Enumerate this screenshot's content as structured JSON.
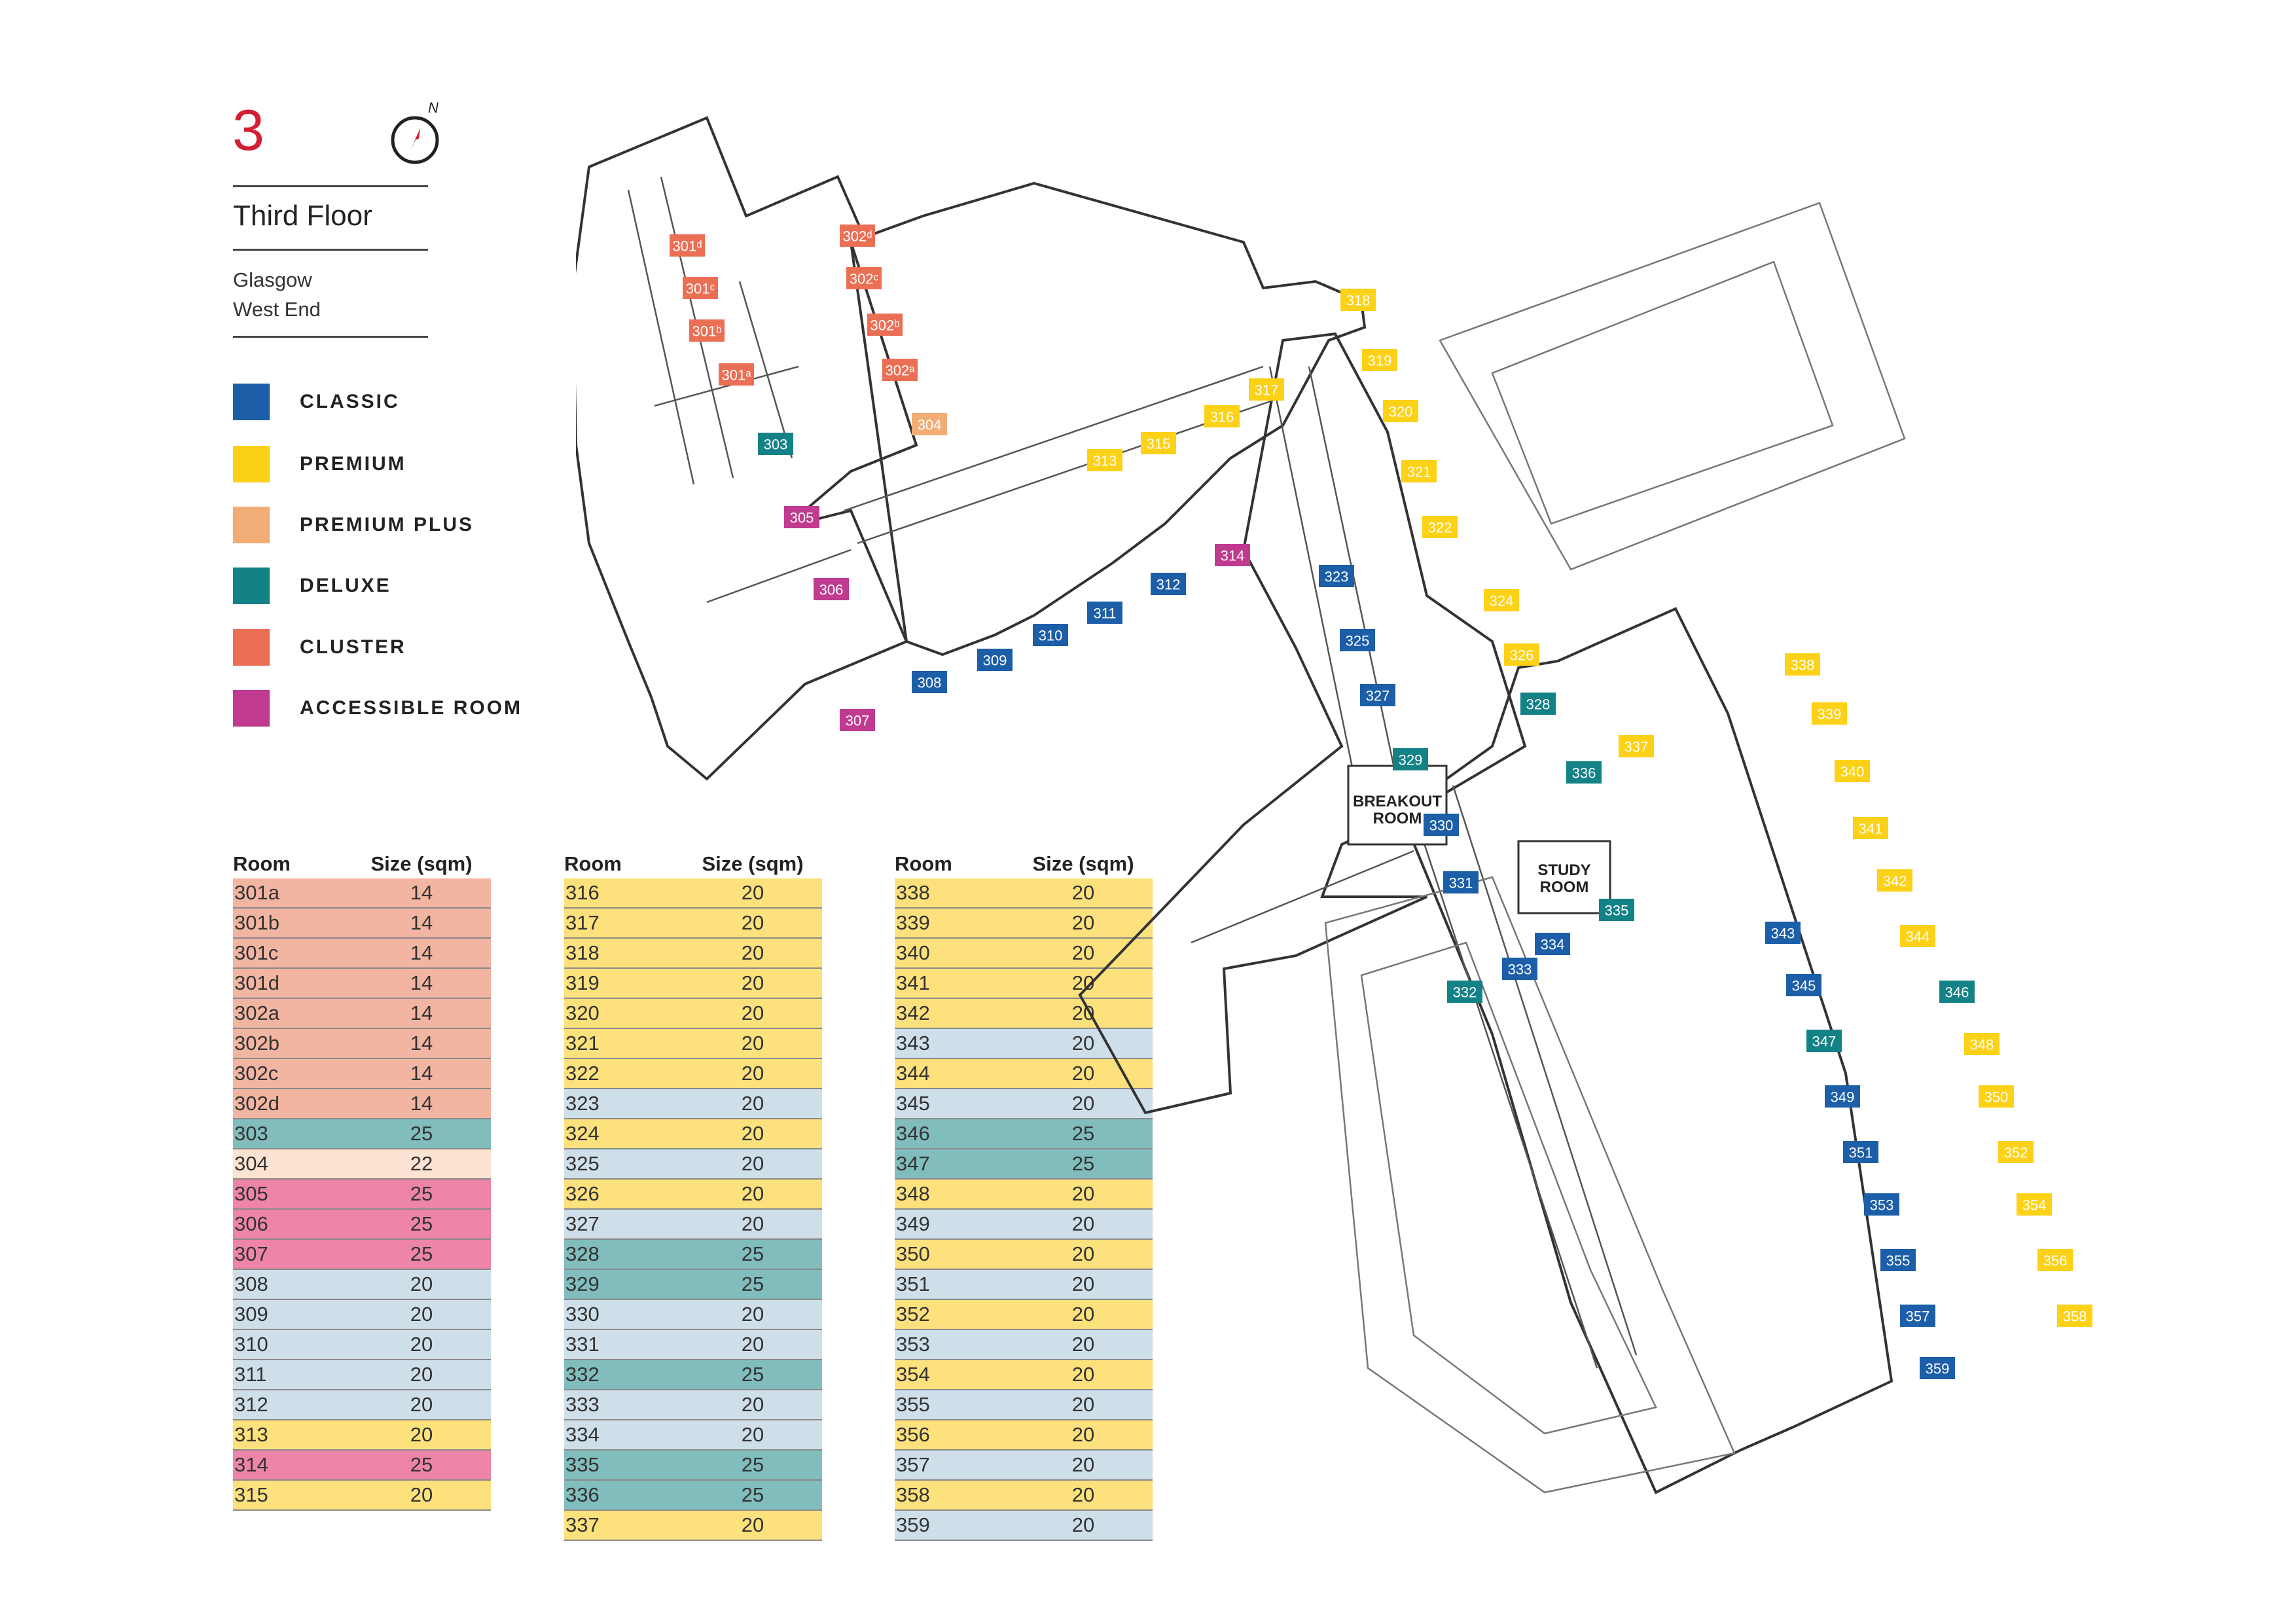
{
  "header": {
    "floor_number": "3",
    "floor_title": "Third Floor",
    "location_line1": "Glasgow",
    "location_line2": "West End",
    "compass_letter": "N"
  },
  "legend": [
    {
      "label": "CLASSIC",
      "color": "#1c5ea8"
    },
    {
      "label": "PREMIUM",
      "color": "#fcd116"
    },
    {
      "label": "PREMIUM PLUS",
      "color": "#f2ad76"
    },
    {
      "label": "DELUXE",
      "color": "#138286"
    },
    {
      "label": "CLUSTER",
      "color": "#eb6f55"
    },
    {
      "label": "ACCESSIBLE ROOM",
      "color": "#c03b8f"
    }
  ],
  "row_colors": {
    "CLASSIC": "#cfdfea",
    "PREMIUM": "#fce17c",
    "PREMIUM PLUS": "#fde3d2",
    "DELUXE": "#82bdbd",
    "CLUSTER": "#f2b5a2",
    "ACCESSIBLE ROOM": "#ee85a8"
  },
  "table_headers": {
    "room": "Room",
    "size": "Size (sqm)"
  },
  "tables": [
    [
      {
        "room": "301a",
        "size": "14",
        "type": "CLUSTER"
      },
      {
        "room": "301b",
        "size": "14",
        "type": "CLUSTER"
      },
      {
        "room": "301c",
        "size": "14",
        "type": "CLUSTER"
      },
      {
        "room": "301d",
        "size": "14",
        "type": "CLUSTER"
      },
      {
        "room": "302a",
        "size": "14",
        "type": "CLUSTER"
      },
      {
        "room": "302b",
        "size": "14",
        "type": "CLUSTER"
      },
      {
        "room": "302c",
        "size": "14",
        "type": "CLUSTER"
      },
      {
        "room": "302d",
        "size": "14",
        "type": "CLUSTER"
      },
      {
        "room": "303",
        "size": "25",
        "type": "DELUXE"
      },
      {
        "room": "304",
        "size": "22",
        "type": "PREMIUM PLUS"
      },
      {
        "room": "305",
        "size": "25",
        "type": "ACCESSIBLE ROOM"
      },
      {
        "room": "306",
        "size": "25",
        "type": "ACCESSIBLE ROOM"
      },
      {
        "room": "307",
        "size": "25",
        "type": "ACCESSIBLE ROOM"
      },
      {
        "room": "308",
        "size": "20",
        "type": "CLASSIC"
      },
      {
        "room": "309",
        "size": "20",
        "type": "CLASSIC"
      },
      {
        "room": "310",
        "size": "20",
        "type": "CLASSIC"
      },
      {
        "room": "311",
        "size": "20",
        "type": "CLASSIC"
      },
      {
        "room": "312",
        "size": "20",
        "type": "CLASSIC"
      },
      {
        "room": "313",
        "size": "20",
        "type": "PREMIUM"
      },
      {
        "room": "314",
        "size": "25",
        "type": "ACCESSIBLE ROOM"
      },
      {
        "room": "315",
        "size": "20",
        "type": "PREMIUM"
      }
    ],
    [
      {
        "room": "316",
        "size": "20",
        "type": "PREMIUM"
      },
      {
        "room": "317",
        "size": "20",
        "type": "PREMIUM"
      },
      {
        "room": "318",
        "size": "20",
        "type": "PREMIUM"
      },
      {
        "room": "319",
        "size": "20",
        "type": "PREMIUM"
      },
      {
        "room": "320",
        "size": "20",
        "type": "PREMIUM"
      },
      {
        "room": "321",
        "size": "20",
        "type": "PREMIUM"
      },
      {
        "room": "322",
        "size": "20",
        "type": "PREMIUM"
      },
      {
        "room": "323",
        "size": "20",
        "type": "CLASSIC"
      },
      {
        "room": "324",
        "size": "20",
        "type": "PREMIUM"
      },
      {
        "room": "325",
        "size": "20",
        "type": "CLASSIC"
      },
      {
        "room": "326",
        "size": "20",
        "type": "PREMIUM"
      },
      {
        "room": "327",
        "size": "20",
        "type": "CLASSIC"
      },
      {
        "room": "328",
        "size": "25",
        "type": "DELUXE"
      },
      {
        "room": "329",
        "size": "25",
        "type": "DELUXE"
      },
      {
        "room": "330",
        "size": "20",
        "type": "CLASSIC"
      },
      {
        "room": "331",
        "size": "20",
        "type": "CLASSIC"
      },
      {
        "room": "332",
        "size": "25",
        "type": "DELUXE"
      },
      {
        "room": "333",
        "size": "20",
        "type": "CLASSIC"
      },
      {
        "room": "334",
        "size": "20",
        "type": "CLASSIC"
      },
      {
        "room": "335",
        "size": "25",
        "type": "DELUXE"
      },
      {
        "room": "336",
        "size": "25",
        "type": "DELUXE"
      },
      {
        "room": "337",
        "size": "20",
        "type": "PREMIUM"
      }
    ],
    [
      {
        "room": "338",
        "size": "20",
        "type": "PREMIUM"
      },
      {
        "room": "339",
        "size": "20",
        "type": "PREMIUM"
      },
      {
        "room": "340",
        "size": "20",
        "type": "PREMIUM"
      },
      {
        "room": "341",
        "size": "20",
        "type": "PREMIUM"
      },
      {
        "room": "342",
        "size": "20",
        "type": "PREMIUM"
      },
      {
        "room": "343",
        "size": "20",
        "type": "CLASSIC"
      },
      {
        "room": "344",
        "size": "20",
        "type": "PREMIUM"
      },
      {
        "room": "345",
        "size": "20",
        "type": "CLASSIC"
      },
      {
        "room": "346",
        "size": "25",
        "type": "DELUXE"
      },
      {
        "room": "347",
        "size": "25",
        "type": "DELUXE"
      },
      {
        "room": "348",
        "size": "20",
        "type": "PREMIUM"
      },
      {
        "room": "349",
        "size": "20",
        "type": "CLASSIC"
      },
      {
        "room": "350",
        "size": "20",
        "type": "PREMIUM"
      },
      {
        "room": "351",
        "size": "20",
        "type": "CLASSIC"
      },
      {
        "room": "352",
        "size": "20",
        "type": "PREMIUM"
      },
      {
        "room": "353",
        "size": "20",
        "type": "CLASSIC"
      },
      {
        "room": "354",
        "size": "20",
        "type": "PREMIUM"
      },
      {
        "room": "355",
        "size": "20",
        "type": "CLASSIC"
      },
      {
        "room": "356",
        "size": "20",
        "type": "PREMIUM"
      },
      {
        "room": "357",
        "size": "20",
        "type": "CLASSIC"
      },
      {
        "room": "358",
        "size": "20",
        "type": "PREMIUM"
      },
      {
        "room": "359",
        "size": "20",
        "type": "CLASSIC"
      }
    ]
  ],
  "plan_labels": {
    "breakout_line1": "BREAKOUT",
    "breakout_line2": "ROOM",
    "study_line1": "STUDY",
    "study_line2": "ROOM"
  },
  "plan_tags": [
    {
      "label": "301ᵈ",
      "type": "CLUSTER"
    },
    {
      "label": "301ᶜ",
      "type": "CLUSTER"
    },
    {
      "label": "301ᵇ",
      "type": "CLUSTER"
    },
    {
      "label": "301ᵃ",
      "type": "CLUSTER"
    },
    {
      "label": "302ᵈ",
      "type": "CLUSTER"
    },
    {
      "label": "302ᶜ",
      "type": "CLUSTER"
    },
    {
      "label": "302ᵇ",
      "type": "CLUSTER"
    },
    {
      "label": "302ᵃ",
      "type": "CLUSTER"
    },
    {
      "label": "303",
      "type": "DELUXE"
    },
    {
      "label": "304",
      "type": "PREMIUM PLUS"
    },
    {
      "label": "305",
      "type": "ACCESSIBLE ROOM"
    },
    {
      "label": "306",
      "type": "ACCESSIBLE ROOM"
    },
    {
      "label": "307",
      "type": "ACCESSIBLE ROOM"
    },
    {
      "label": "308",
      "type": "CLASSIC"
    },
    {
      "label": "309",
      "type": "CLASSIC"
    },
    {
      "label": "310",
      "type": "CLASSIC"
    },
    {
      "label": "311",
      "type": "CLASSIC"
    },
    {
      "label": "312",
      "type": "CLASSIC"
    },
    {
      "label": "313",
      "type": "PREMIUM"
    },
    {
      "label": "314",
      "type": "ACCESSIBLE ROOM"
    },
    {
      "label": "315",
      "type": "PREMIUM"
    },
    {
      "label": "316",
      "type": "PREMIUM"
    },
    {
      "label": "317",
      "type": "PREMIUM"
    },
    {
      "label": "318",
      "type": "PREMIUM"
    },
    {
      "label": "319",
      "type": "PREMIUM"
    },
    {
      "label": "320",
      "type": "PREMIUM"
    },
    {
      "label": "321",
      "type": "PREMIUM"
    },
    {
      "label": "322",
      "type": "PREMIUM"
    },
    {
      "label": "323",
      "type": "CLASSIC"
    },
    {
      "label": "324",
      "type": "PREMIUM"
    },
    {
      "label": "325",
      "type": "CLASSIC"
    },
    {
      "label": "326",
      "type": "PREMIUM"
    },
    {
      "label": "327",
      "type": "CLASSIC"
    },
    {
      "label": "328",
      "type": "DELUXE"
    },
    {
      "label": "329",
      "type": "DELUXE"
    },
    {
      "label": "330",
      "type": "CLASSIC"
    },
    {
      "label": "331",
      "type": "CLASSIC"
    },
    {
      "label": "332",
      "type": "DELUXE"
    },
    {
      "label": "333",
      "type": "CLASSIC"
    },
    {
      "label": "334",
      "type": "CLASSIC"
    },
    {
      "label": "335",
      "type": "DELUXE"
    },
    {
      "label": "336",
      "type": "DELUXE"
    },
    {
      "label": "337",
      "type": "PREMIUM"
    },
    {
      "label": "338",
      "type": "PREMIUM"
    },
    {
      "label": "339",
      "type": "PREMIUM"
    },
    {
      "label": "340",
      "type": "PREMIUM"
    },
    {
      "label": "341",
      "type": "PREMIUM"
    },
    {
      "label": "342",
      "type": "PREMIUM"
    },
    {
      "label": "343",
      "type": "CLASSIC"
    },
    {
      "label": "344",
      "type": "PREMIUM"
    },
    {
      "label": "345",
      "type": "CLASSIC"
    },
    {
      "label": "346",
      "type": "DELUXE"
    },
    {
      "label": "347",
      "type": "DELUXE"
    },
    {
      "label": "348",
      "type": "PREMIUM"
    },
    {
      "label": "349",
      "type": "CLASSIC"
    },
    {
      "label": "350",
      "type": "PREMIUM"
    },
    {
      "label": "351",
      "type": "CLASSIC"
    },
    {
      "label": "352",
      "type": "PREMIUM"
    },
    {
      "label": "353",
      "type": "CLASSIC"
    },
    {
      "label": "354",
      "type": "PREMIUM"
    },
    {
      "label": "355",
      "type": "CLASSIC"
    },
    {
      "label": "356",
      "type": "PREMIUM"
    },
    {
      "label": "357",
      "type": "CLASSIC"
    },
    {
      "label": "358",
      "type": "PREMIUM"
    },
    {
      "label": "359",
      "type": "CLASSIC"
    }
  ]
}
